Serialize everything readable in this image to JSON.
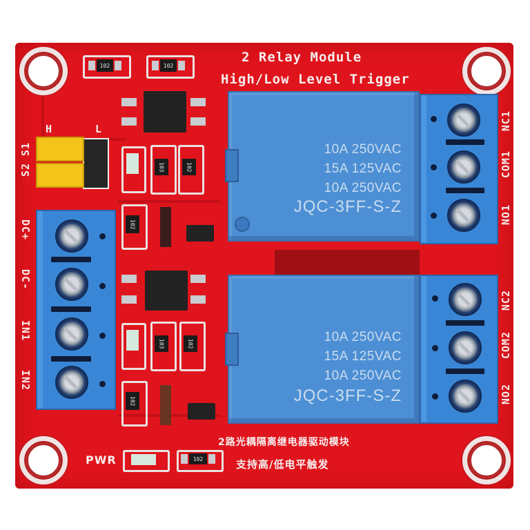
{
  "board": {
    "title_line1": "2 Relay Module",
    "title_line2": "High/Low Level Trigger",
    "chinese_line1": "2路光耦隔离继电器驱动模块",
    "chinese_line2": "支持高/低电平触发",
    "colors": {
      "pcb": "#e0141c",
      "relay": "#4d8fd4",
      "terminal": "#3a86d6",
      "jumper": "#f3c419"
    }
  },
  "jumpers": {
    "label_h": "H",
    "label_l": "L",
    "label_s1": "S1",
    "label_s2": "S2"
  },
  "input_terminal": {
    "pins": [
      "DC+",
      "DC-",
      "IN1",
      "IN2"
    ]
  },
  "relay1": {
    "specs": [
      "10A 250VAC",
      "15A 125VAC",
      "10A 250VAC"
    ],
    "model": "JQC-3FF-S-Z",
    "terminal_pins": [
      "NC1",
      "COM1",
      "NO1"
    ]
  },
  "relay2": {
    "specs": [
      "10A 250VAC",
      "15A 125VAC",
      "10A 250VAC"
    ],
    "model": "JQC-3FF-S-Z",
    "terminal_pins": [
      "NC2",
      "COM2",
      "NO2"
    ]
  },
  "power_led": {
    "label": "PWR"
  },
  "resistors": {
    "top_left": "102",
    "top_right": "102",
    "r1_a": "103",
    "r1_b": "102",
    "r1_c": "102",
    "r2_a": "103",
    "r2_b": "102",
    "r2_c": "102",
    "pwr": "102"
  }
}
